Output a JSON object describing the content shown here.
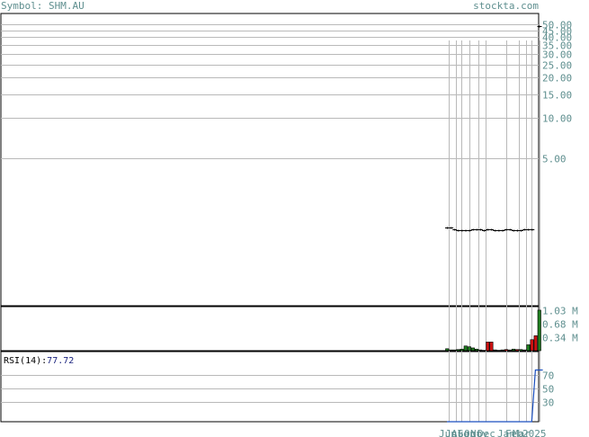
{
  "header": {
    "symbol_prefix": "Symbol:",
    "symbol": "SHM.AU",
    "source": "stockta.com"
  },
  "chart_data": [
    {
      "type": "line",
      "name": "price",
      "scale": "log",
      "yticks": [
        5.0,
        10.0,
        15.0,
        20.0,
        25.0,
        30.0,
        35.0,
        40.0,
        45.0,
        50.0
      ],
      "ytick_labels": [
        "5.00",
        "10.00",
        "15.00",
        "20.00",
        "25.00",
        "30.00",
        "35.00",
        "40.00",
        "45.00",
        "50.00"
      ],
      "ylim": [
        0.4,
        60
      ],
      "grid": true,
      "x_index": [
        0,
        1,
        2,
        3,
        4,
        5,
        6,
        7,
        8,
        9,
        10,
        11,
        12,
        13,
        14,
        15,
        16,
        17,
        18,
        19,
        20,
        21,
        22,
        23,
        24,
        25
      ],
      "close": [
        1.52,
        1.52,
        1.48,
        1.46,
        1.46,
        1.46,
        1.47,
        1.48,
        1.48,
        1.48,
        1.47,
        1.48,
        1.48,
        1.47,
        1.47,
        1.46,
        1.48,
        1.48,
        1.47,
        1.47,
        1.47,
        1.48,
        1.48,
        1.49,
        null,
        48.0
      ]
    },
    {
      "type": "bar",
      "name": "volume",
      "yticks": [
        0.34,
        0.68,
        1.03
      ],
      "ytick_labels": [
        "0.34 M",
        "0.68 M",
        "1.03 M"
      ],
      "unit": "M",
      "x_index": [
        0,
        1,
        2,
        3,
        4,
        5,
        6,
        7,
        8,
        9,
        10,
        11,
        12,
        13,
        14,
        15,
        16,
        17,
        18,
        19,
        20,
        21,
        22,
        23,
        24,
        25
      ],
      "values": [
        0.05,
        0.02,
        0.02,
        0.03,
        0.04,
        0.12,
        0.1,
        0.07,
        0.04,
        0.02,
        0.01,
        0.22,
        0.22,
        0.02,
        0.01,
        0.02,
        0.03,
        0.02,
        0.04,
        0.03,
        0.03,
        0.02,
        0.15,
        0.28,
        0.38,
        1.03
      ],
      "colors": [
        "green",
        "green",
        "green",
        "green",
        "green",
        "green",
        "green",
        "green",
        "green",
        "green",
        "green",
        "red",
        "red",
        "green",
        "green",
        "green",
        "red",
        "green",
        "green",
        "red",
        "green",
        "green",
        "green",
        "red",
        "red",
        "green"
      ],
      "up_color": "#1e7b1e",
      "down_color": "#cc1111"
    },
    {
      "type": "line",
      "name": "rsi",
      "title": "RSI(14):",
      "value_label": "77.72",
      "yticks": [
        30,
        50,
        70
      ],
      "ytick_labels": [
        "30",
        "50",
        "70"
      ],
      "ylim": [
        0,
        100
      ],
      "x_index": [
        0,
        1,
        2,
        3,
        4,
        5,
        6,
        7,
        8,
        9,
        10,
        11,
        12,
        13,
        14,
        15,
        16,
        17,
        18,
        19,
        20,
        21,
        22,
        23,
        24,
        25,
        26
      ],
      "values": [
        0,
        0,
        0,
        0,
        0,
        0,
        0,
        0,
        0,
        0,
        0,
        0,
        0,
        0,
        0,
        0,
        0,
        0,
        0,
        0,
        0,
        0,
        0,
        0,
        77.72,
        77.72,
        77.72
      ],
      "line_color": "#1a4fbf"
    }
  ],
  "x_axis": {
    "labels": [
      "Jun",
      "Jul",
      "Aug",
      "Sep",
      "Oct",
      "Nov",
      "Dec",
      "Jan",
      "Feb",
      "Mar",
      "2025"
    ]
  }
}
